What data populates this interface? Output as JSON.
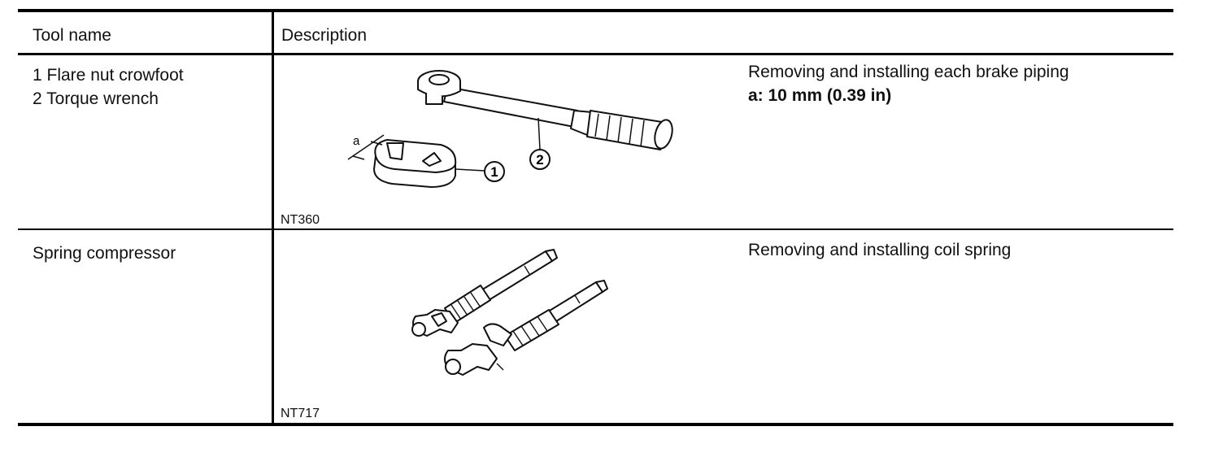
{
  "table": {
    "headers": {
      "tool_name": "Tool name",
      "description": "Description"
    },
    "rows": [
      {
        "tool_lines": [
          "1 Flare nut crowfoot",
          "2 Torque wrench"
        ],
        "description": "Removing and installing each brake piping",
        "spec": "a: 10 mm (0.39 in)",
        "illustration_code": "NT360",
        "callouts": {
          "dimension": "a",
          "part1": "1",
          "part2": "2"
        }
      },
      {
        "tool_lines": [
          "Spring compressor"
        ],
        "description": "Removing and installing coil spring",
        "illustration_code": "NT717"
      }
    ]
  }
}
